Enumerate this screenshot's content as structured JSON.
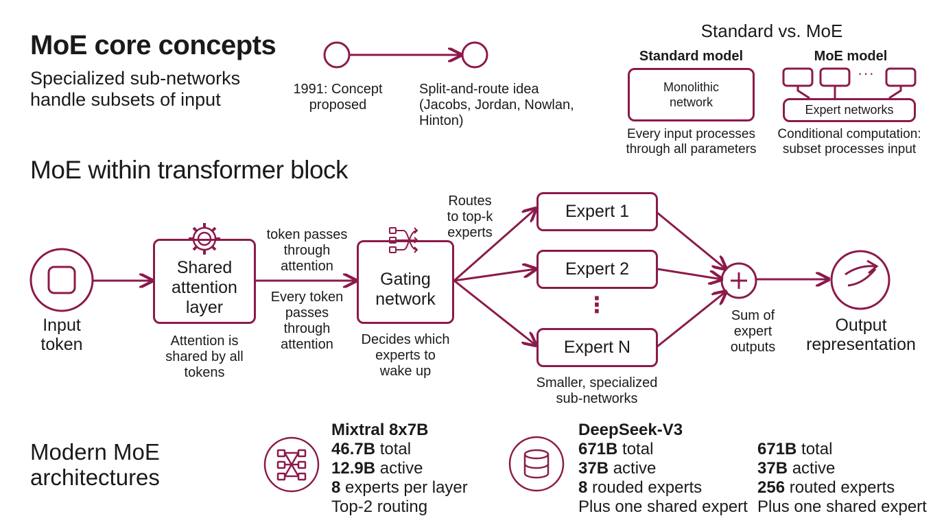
{
  "colors": {
    "accent": "#8b1a4a",
    "text": "#1a1a1a"
  },
  "header": {
    "title": "MoE core concepts",
    "subtitle_line1": "Specialized sub-networks",
    "subtitle_line2": "handle subsets of input"
  },
  "timeline": {
    "left_line1": "1991: Concept",
    "left_line2": "proposed",
    "right_line1": "Split-and-route idea",
    "right_line2": "(Jacobs, Jordan, Nowlan,",
    "right_line3": "Hinton)"
  },
  "comparison": {
    "title": "Standard vs. MoE",
    "standard_heading": "Standard model",
    "standard_box_line1": "Monolithic",
    "standard_box_line2": "network",
    "standard_caption_line1": "Every input processes",
    "standard_caption_line2": "through all parameters",
    "moe_heading": "MoE model",
    "moe_ellipsis": "···",
    "moe_box": "Expert networks",
    "moe_caption_line1": "Conditional computation:",
    "moe_caption_line2": "subset processes input"
  },
  "transformer": {
    "title": "MoE within transformer block",
    "input_line1": "Input",
    "input_line2": "token",
    "attention_line1": "Shared",
    "attention_line2": "attention",
    "attention_line3": "layer",
    "attention_caption_line1": "Attention is",
    "attention_caption_line2": "shared by all",
    "attention_caption_line3": "tokens",
    "pass_above_line1": "token passes",
    "pass_above_line2": "through",
    "pass_above_line3": "attention",
    "pass_below_line1": "Every token",
    "pass_below_line2": "passes",
    "pass_below_line3": "through",
    "pass_below_line4": "attention",
    "gating_line1": "Gating",
    "gating_line2": "network",
    "gating_caption_line1": "Decides which",
    "gating_caption_line2": "experts to",
    "gating_caption_line3": "wake up",
    "routes_line1": "Routes",
    "routes_line2": "to top-k",
    "routes_line3": "experts",
    "expert1": "Expert 1",
    "expert2": "Expert 2",
    "expert_dots": "⋮",
    "expertN": "Expert N",
    "experts_caption_line1": "Smaller, specialized",
    "experts_caption_line2": "sub-networks",
    "sum_line1": "Sum of",
    "sum_line2": "expert",
    "sum_line3": "outputs",
    "output_line1": "Output",
    "output_line2": "representation"
  },
  "modern": {
    "title_line1": "Modern MoE",
    "title_line2": "architectures",
    "mixtral": {
      "name": "Mixtral 8x7B",
      "total_num": "46.7B",
      "total_label": " total",
      "active_num": "12.9B",
      "active_label": " active",
      "experts_num": "8",
      "experts_label": " experts per layer",
      "routing": "Top-2 routing"
    },
    "deepseek": {
      "name": "DeepSeek-V3",
      "total_num": "671B",
      "total_label": " total",
      "active_num": "37B",
      "active_label": " active",
      "experts_num": "8",
      "experts_label": " rouded experts",
      "shared": "Plus one shared expert"
    },
    "deepseek_extra": {
      "total_num": "671B",
      "total_label": " total",
      "active_num": "37B",
      "active_label": " active",
      "experts_num": "256",
      "experts_label": " routed experts",
      "shared": "Plus one shared expert"
    }
  }
}
